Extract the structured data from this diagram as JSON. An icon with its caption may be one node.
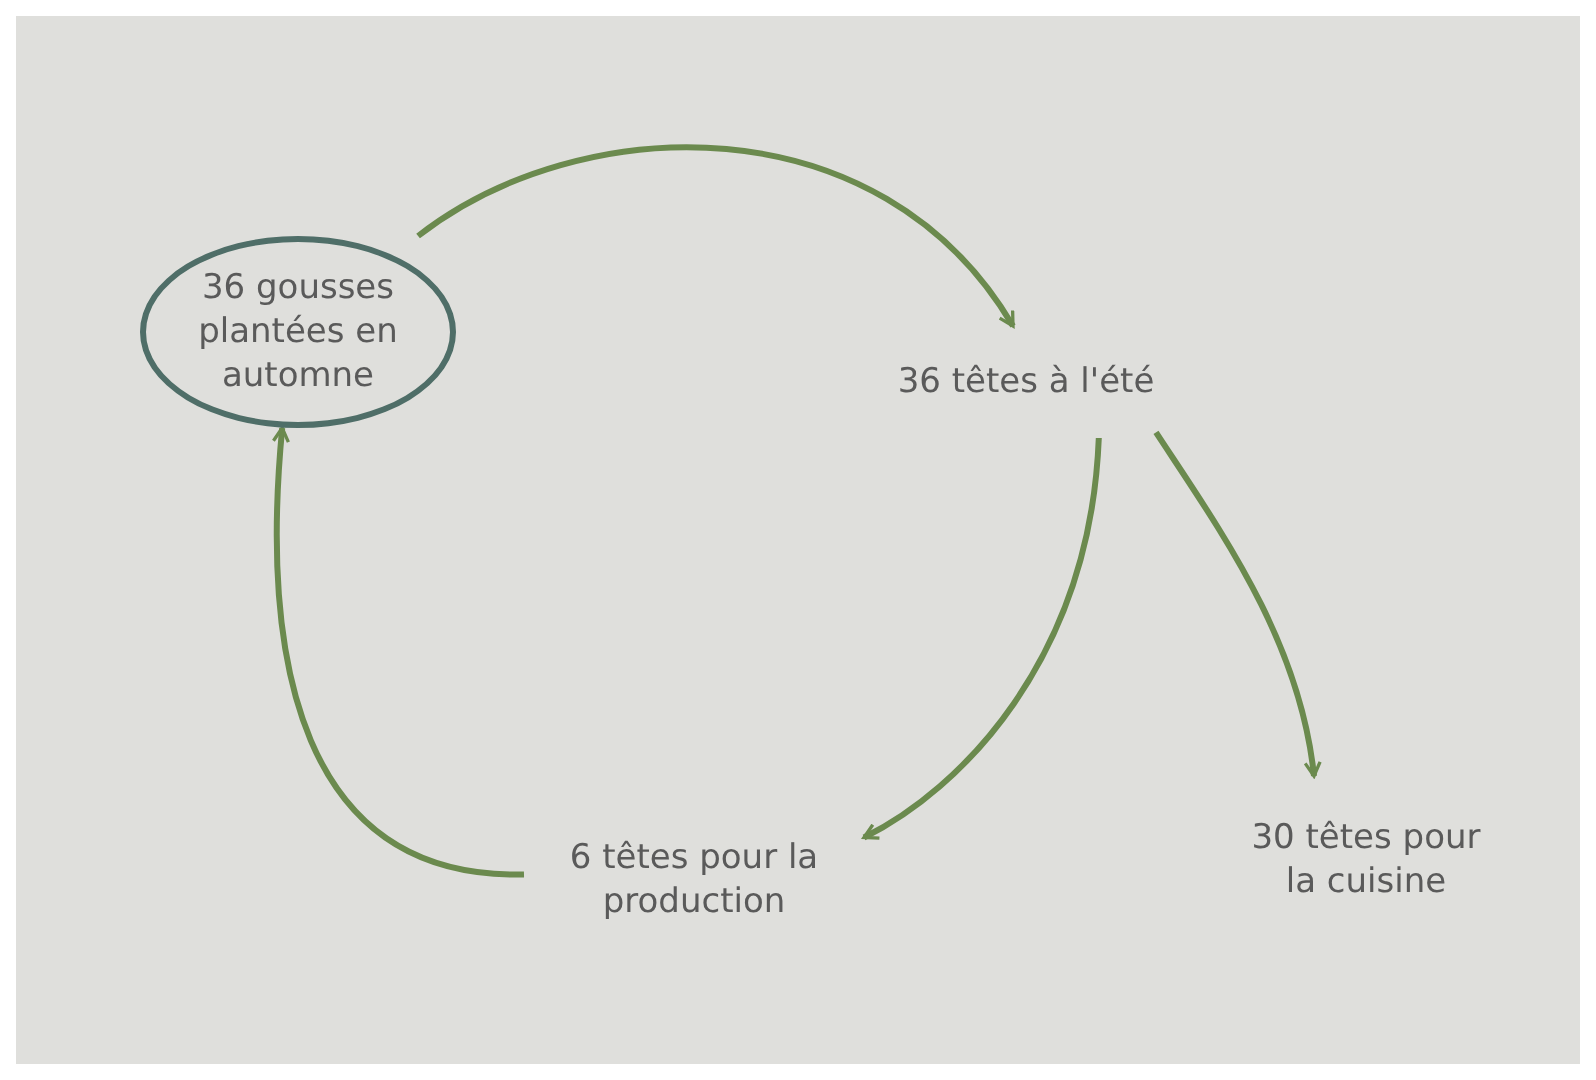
{
  "diagram": {
    "nodes": [
      {
        "text": [
          "36 gousses plantées en automne"
        ]
      },
      {
        "text": [
          "36 têtes à l'été"
        ]
      },
      {
        "text": [
          "6 têtes pour la production"
        ]
      },
      {
        "text": [
          "30 têtes pour la cuisine"
        ]
      }
    ],
    "edges": [
      {
        "from": 0,
        "to": 1,
        "arrow": "to"
      },
      {
        "from": 1,
        "to": 2,
        "arrow": "to"
      },
      {
        "from": 1,
        "to": 3,
        "arrow": "to"
      },
      {
        "from": 2,
        "to": 0,
        "arrow": "to"
      }
    ]
  }
}
